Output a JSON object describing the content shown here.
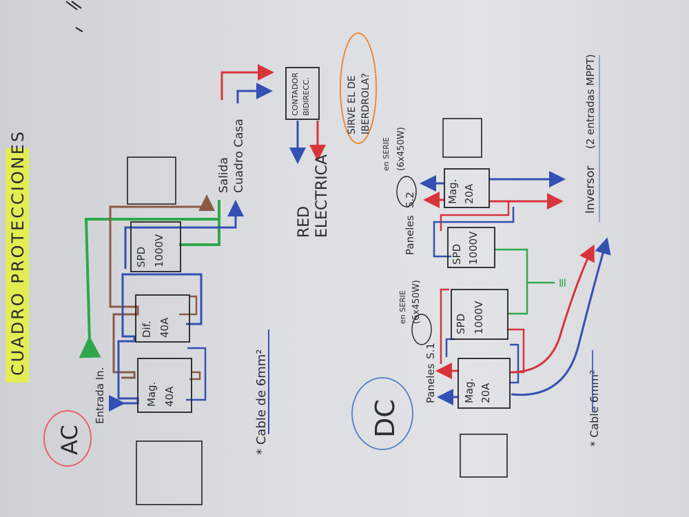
{
  "title": "CUADRO PROTECCIONES",
  "ac": {
    "badge": "AC",
    "entrada": "Entrada In.",
    "salida": [
      "Salida",
      "Cuadro Casa"
    ],
    "cable": "* Cable de 6mm²",
    "boxes": {
      "mag": [
        "Mag.",
        "40A"
      ],
      "dif": [
        "Dif.",
        "40A"
      ],
      "spd": [
        "SPD",
        "1000V"
      ]
    }
  },
  "grid": {
    "contador": [
      "CONTADOR",
      "BIDIRECC."
    ],
    "red": [
      "RED",
      "ELECTRICA"
    ],
    "question": [
      "SIRVE EL DE",
      "IBERDROLA?"
    ]
  },
  "dc": {
    "badge": "DC",
    "paneles1": [
      "Paneles",
      "S.1"
    ],
    "serie1": [
      "en SERIE",
      "(6x450W)"
    ],
    "paneles2": [
      "Paneles",
      "S.2"
    ],
    "serie2": [
      "en SERIE",
      "(6x450W)"
    ],
    "inversor": [
      "Inversor",
      "(2 entradas MPPT)"
    ],
    "cable": "* Cable 6mm²",
    "ground": "≡",
    "boxes": {
      "mag1": [
        "Mag.",
        "20A"
      ],
      "spd1": [
        "SPD",
        "1000V"
      ],
      "spd2": [
        "SPD",
        "1000V"
      ],
      "mag2": [
        "Mag.",
        "20A"
      ]
    }
  },
  "colors": {
    "red": "#d8343c",
    "blue": "#3450b4",
    "brown": "#8a5a46",
    "green": "#2ea84a",
    "highlight": "#e6f23c",
    "acCircle": "#e8606a",
    "dcCircle": "#5a86c8",
    "orange": "#e88a3a"
  }
}
